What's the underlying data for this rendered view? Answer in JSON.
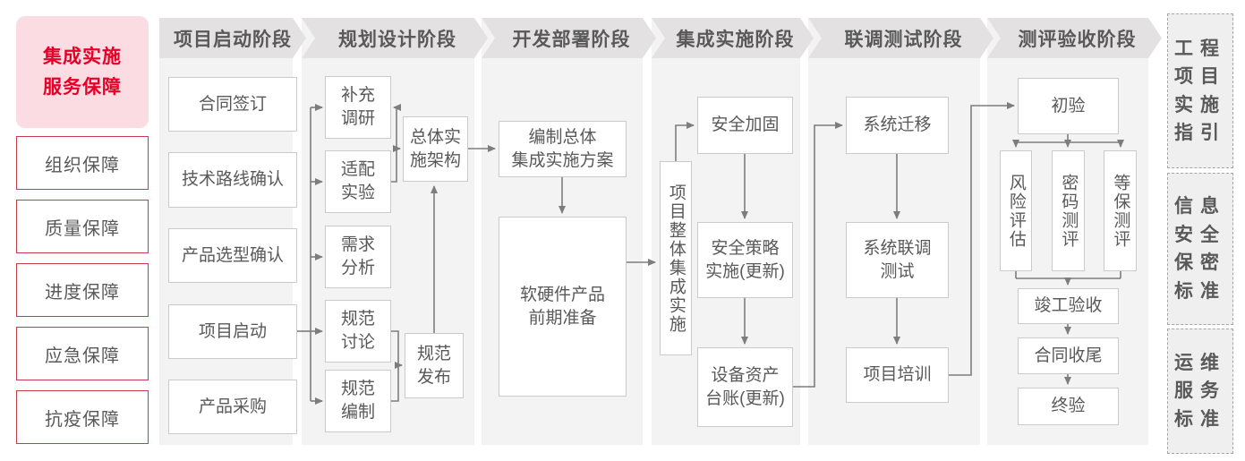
{
  "sidebar": {
    "title": "集成实施\n服务保障",
    "items": [
      "组织保障",
      "质量保障",
      "进度保障",
      "应急保障",
      "抗疫保障"
    ]
  },
  "columns": [
    {
      "header": "项目启动阶段",
      "boxes": [
        "合同签订",
        "技术路线确认",
        "产品选型确认",
        "项目启动",
        "产品采购"
      ]
    },
    {
      "header": "规划设计阶段",
      "boxes": [
        "补充\n调研",
        "适配\n实验",
        "需求\n分析",
        "规范\n讨论",
        "规范\n编制",
        "总体实\n施架构",
        "规范\n发布"
      ]
    },
    {
      "header": "开发部署阶段",
      "boxes": [
        "编制总体\n集成实施方案",
        "软硬件产品\n前期准备"
      ]
    },
    {
      "header": "集成实施阶段",
      "boxes": [
        "项目整体集成实施",
        "安全加固",
        "安全策略\n实施(更新)",
        "设备资产\n台账(更新)"
      ]
    },
    {
      "header": "联调测试阶段",
      "boxes": [
        "系统迁移",
        "系统联调\n测试",
        "项目培训"
      ]
    },
    {
      "header": "测评验收阶段",
      "boxes": [
        "初验",
        "风险评估",
        "密码测评",
        "等保测评",
        "竣工验收",
        "合同收尾",
        "终验"
      ]
    }
  ],
  "standards": [
    "工程项目实施指引",
    "信息安全保密标准",
    "运维服务标准"
  ],
  "colors": {
    "accent-red": "#e60027",
    "pink-bg": "#fadce2",
    "red-border": "#c63c48",
    "text-gray": "#595959",
    "line-gray": "#7d7d7d",
    "panel-bg": "#f4f3f3",
    "chevron-bg": "#e3e1e1",
    "box-border": "#cbcaca",
    "dash-border": "#a6a6a6",
    "dash-bg": "#f0efef"
  }
}
